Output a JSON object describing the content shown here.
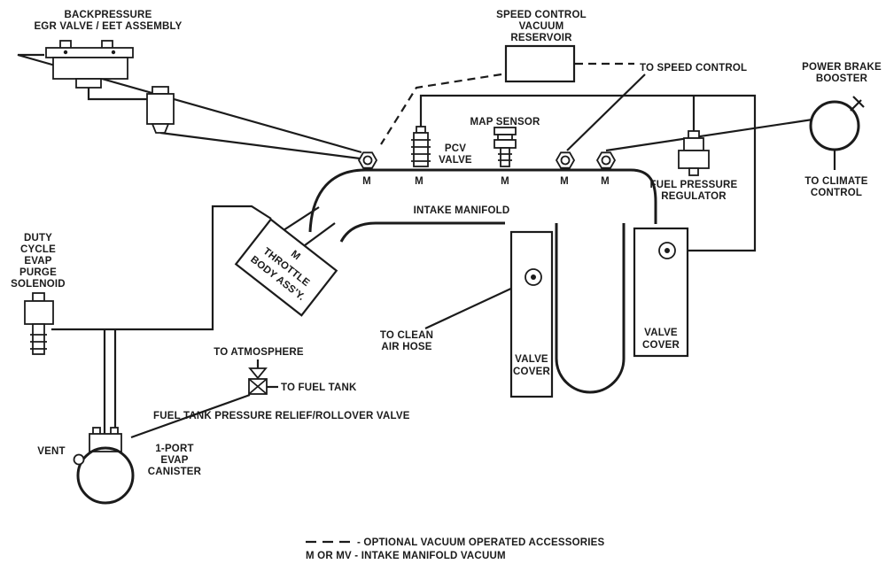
{
  "colors": {
    "ink": "#1b1b1b",
    "background": "#ffffff"
  },
  "labels": {
    "backpressure_egr": [
      "BACKPRESSURE",
      "EGR VALVE / EET ASSEMBLY"
    ],
    "speed_control_reservoir": [
      "SPEED CONTROL",
      "VACUUM",
      "RESERVOIR"
    ],
    "to_speed_control": "TO SPEED CONTROL",
    "power_brake_booster": [
      "POWER BRAKE",
      "BOOSTER"
    ],
    "to_climate_control": [
      "TO CLIMATE",
      "CONTROL"
    ],
    "map_sensor": "MAP SENSOR",
    "pcv_valve": [
      "PCV",
      "VALVE"
    ],
    "fuel_pressure_regulator": [
      "FUEL PRESSURE",
      "REGULATOR"
    ],
    "intake_manifold": "INTAKE MANIFOLD",
    "throttle_body": [
      "M",
      "THROTTLE",
      "BODY ASS'Y."
    ],
    "duty_cycle_solenoid": [
      "DUTY",
      "CYCLE",
      "EVAP",
      "PURGE",
      "SOLENOID"
    ],
    "to_atmosphere": "TO ATMOSPHERE",
    "fuel_tank_valve": "FUEL TANK PRESSURE RELIEF/ROLLOVER VALVE",
    "to_fuel_tank": "TO FUEL TANK",
    "vent": "VENT",
    "evap_canister": [
      "1-PORT",
      "EVAP",
      "CANISTER"
    ],
    "to_clean_air_hose": [
      "TO CLEAN",
      "AIR HOSE"
    ],
    "valve_cover_left": [
      "VALVE",
      "COVER"
    ],
    "valve_cover_right": [
      "VALVE",
      "COVER"
    ],
    "port_m": "M"
  },
  "legend": {
    "optional_accessories": "- OPTIONAL VACUUM OPERATED ACCESSORIES",
    "manifold_vacuum": "M OR MV - INTAKE MANIFOLD VACUUM"
  }
}
